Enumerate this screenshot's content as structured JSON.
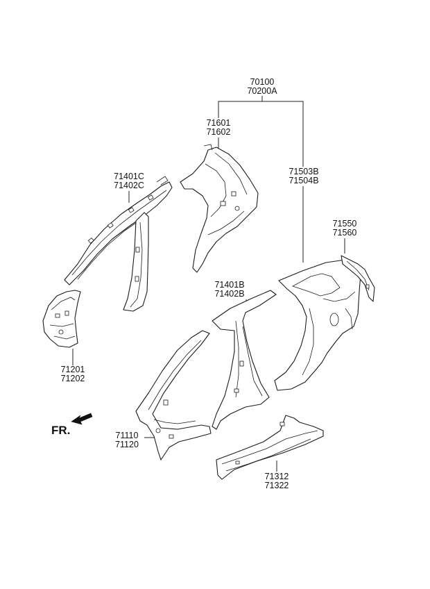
{
  "labels": {
    "assembly": [
      "70100",
      "70200A"
    ],
    "qtr_inner_upper": [
      "71601",
      "71602"
    ],
    "qtr_outer": [
      "71503B",
      "71504B"
    ],
    "roof_rail": [
      "71401C",
      "71402C"
    ],
    "qtr_bracket": [
      "71550",
      "71560"
    ],
    "center_pillar": [
      "71401B",
      "71402B"
    ],
    "front_pillar_inner": [
      "71201",
      "71202"
    ],
    "front_pillar_outer": [
      "71110",
      "71120"
    ],
    "side_sill": [
      "71312",
      "71322"
    ]
  },
  "direction": {
    "label": "FR.",
    "icon": "front-direction-arrow-icon"
  },
  "colors": {
    "line": "#1a1a1a",
    "background": "#ffffff"
  }
}
